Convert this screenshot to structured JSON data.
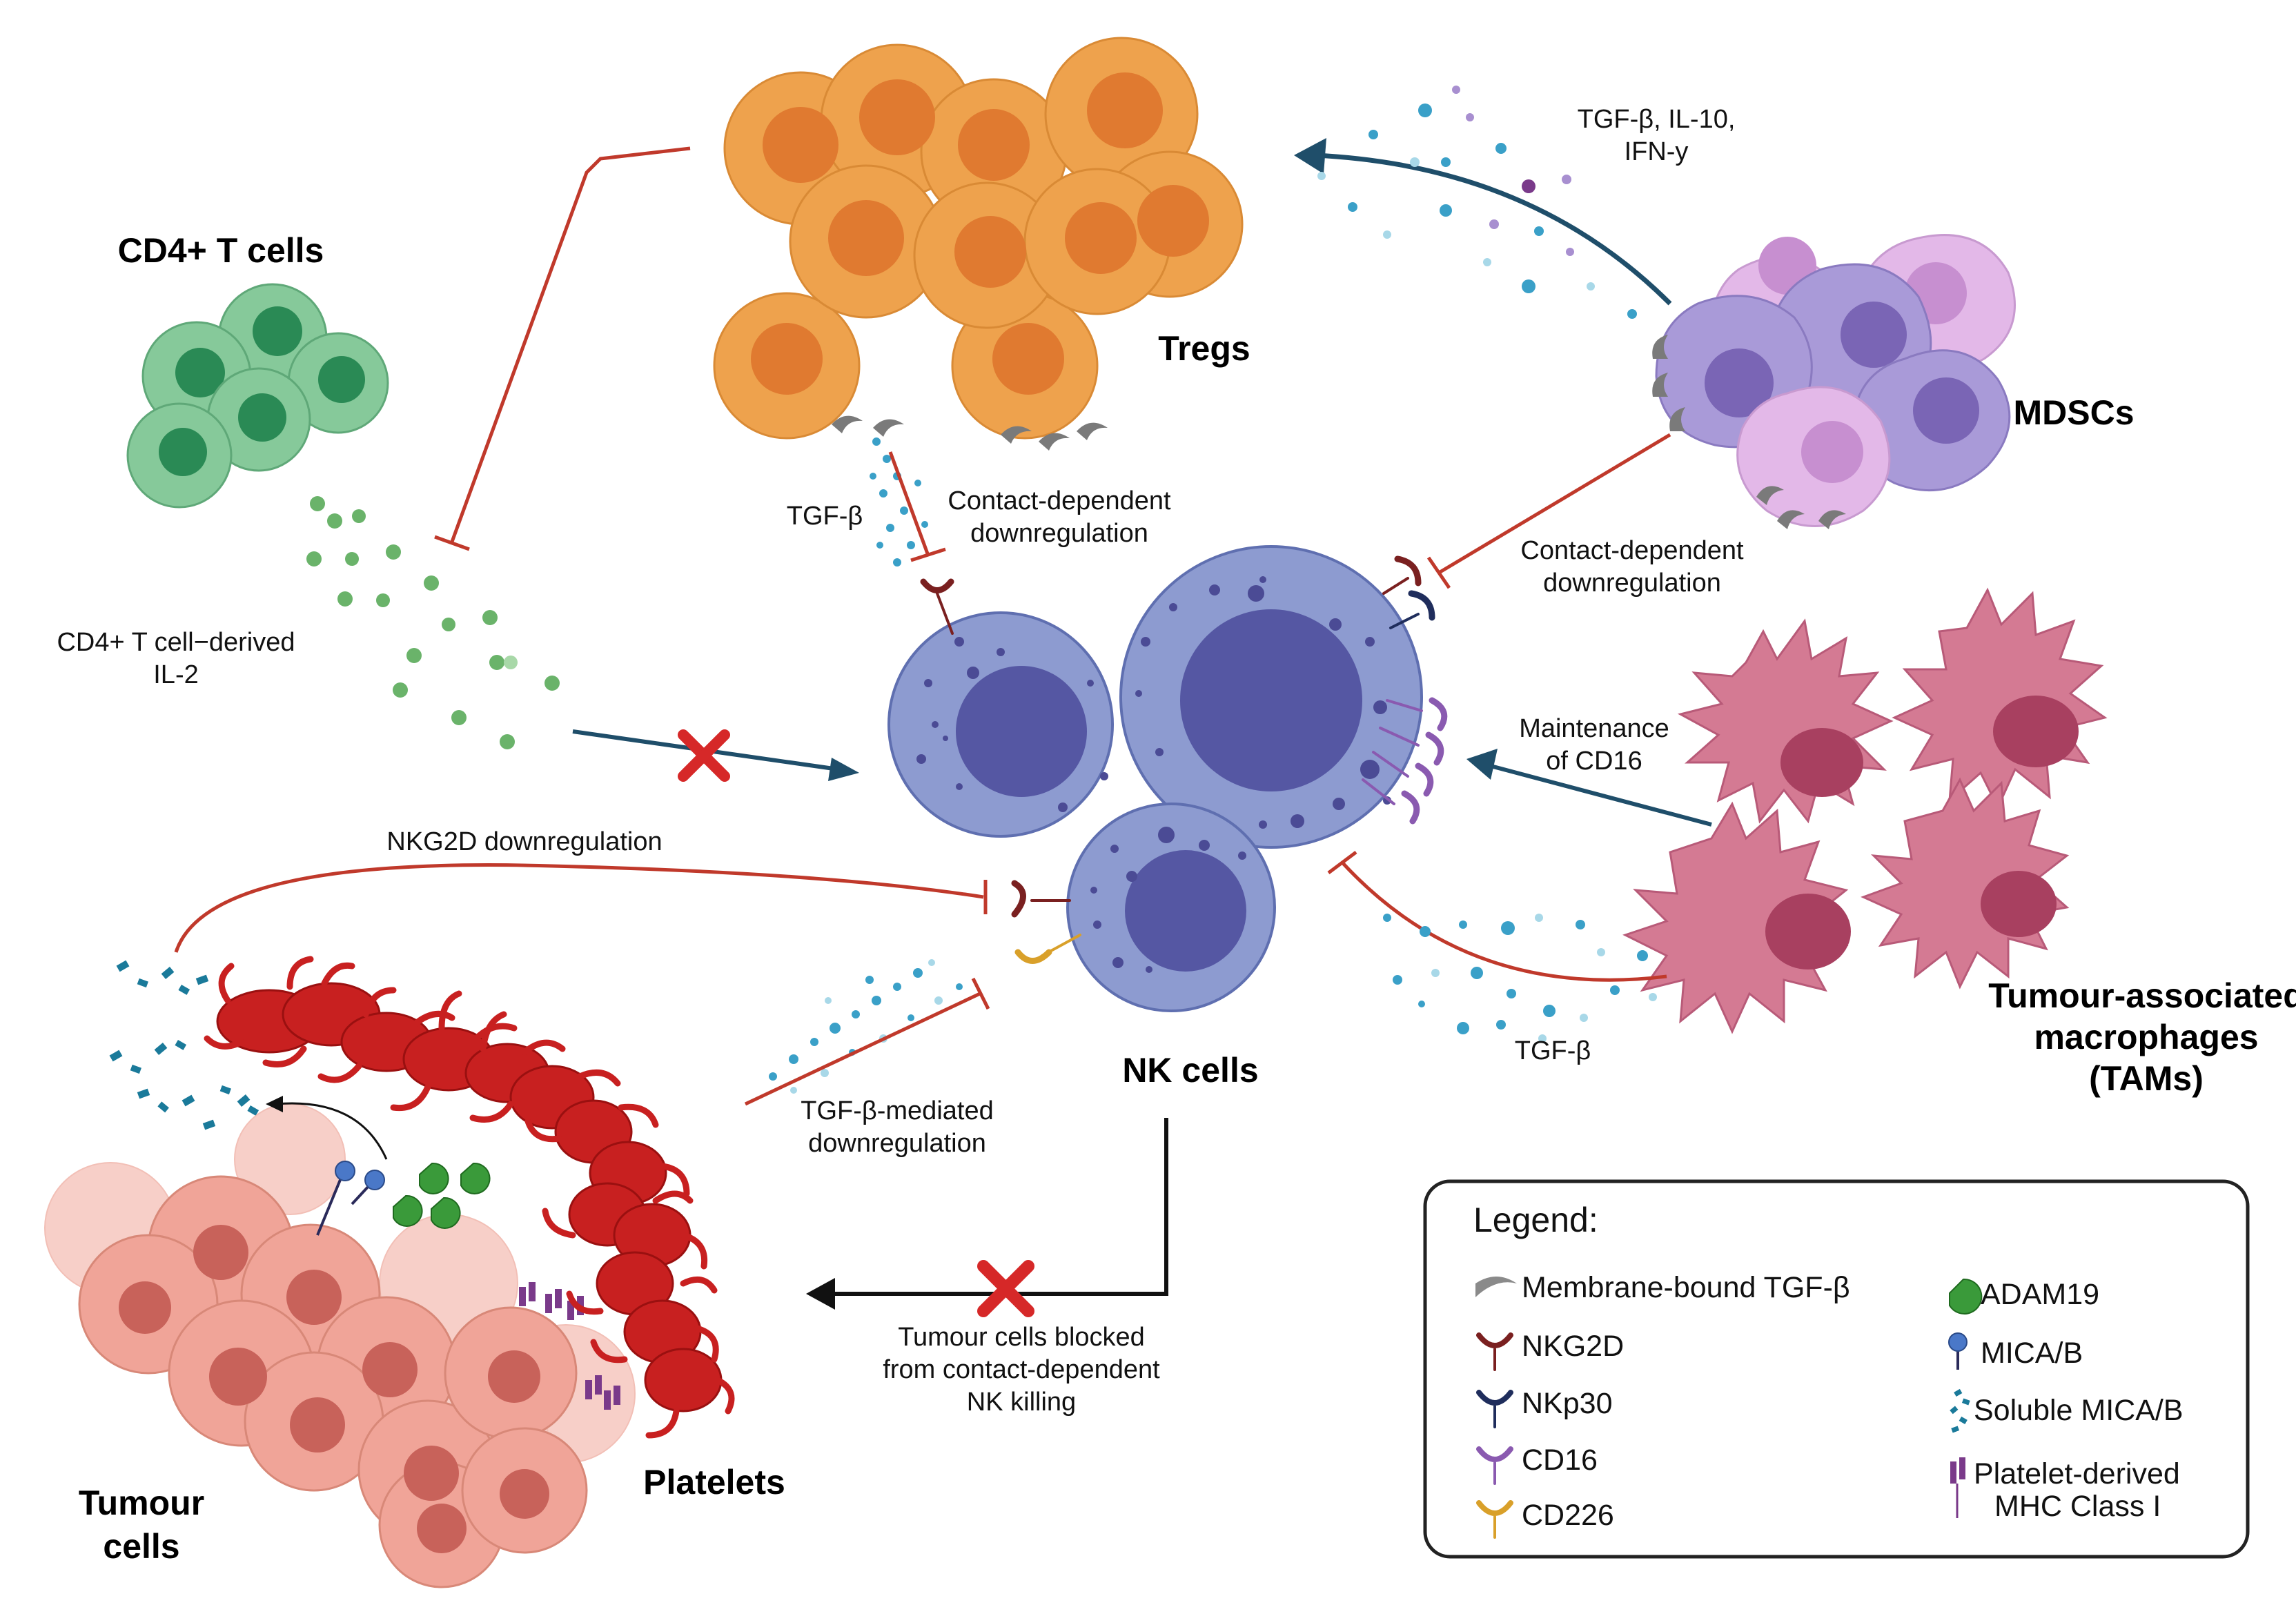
{
  "titles": {
    "cd4": "CD4+ T cells",
    "tregs": "Tregs",
    "mdscs": "MDSCs",
    "nk": "NK cells",
    "tams_1": "Tumour-associated",
    "tams_2": "macrophages",
    "tams_3": "(TAMs)",
    "platelets": "Platelets",
    "tumour_1": "Tumour",
    "tumour_2": "cells"
  },
  "labels": {
    "treg_factors_1": "TGF-β, IL-10,",
    "treg_factors_2": "IFN-y",
    "treg_tgfb": "TGF-β",
    "treg_contact_1": "Contact-dependent",
    "treg_contact_2": "downregulation",
    "mdsc_contact_1": "Contact-dependent",
    "mdsc_contact_2": "downregulation",
    "il2_1": "CD4+ T cell−derived",
    "il2_2": "IL-2",
    "cd16_1": "Maintenance",
    "cd16_2": "of CD16",
    "nkg2d": "NKG2D downregulation",
    "tgfb_mediated_1": "TGF-β-mediated",
    "tgfb_mediated_2": "downregulation",
    "tam_tgfb": "TGF-β",
    "blocked_1": "Tumour cells blocked",
    "blocked_2": "from contact-dependent",
    "blocked_3": "NK killing"
  },
  "legend": {
    "title": "Legend:",
    "items": [
      {
        "label": "Membrane-bound TGF-β",
        "icon": "membrane-tgfb-icon",
        "color": "#8a8a8a"
      },
      {
        "label": "NKG2D",
        "icon": "nkg2d-receptor-icon",
        "color": "#7a2020"
      },
      {
        "label": "NKp30",
        "icon": "nkp30-receptor-icon",
        "color": "#1f2d5c"
      },
      {
        "label": "CD16",
        "icon": "cd16-receptor-icon",
        "color": "#8a5ab0"
      },
      {
        "label": "CD226",
        "icon": "cd226-receptor-icon",
        "color": "#d9a02a"
      },
      {
        "label": "ADAM19",
        "icon": "adam19-icon",
        "color": "#3a9a3a"
      },
      {
        "label": "MICA/B",
        "icon": "micab-icon",
        "color": "#4a78c8"
      },
      {
        "label": "Soluble MICA/B",
        "icon": "soluble-micab-icon",
        "color": "#1a7a9a"
      },
      {
        "label": "Platelet-derived",
        "icon": "platelet-mhc-icon",
        "color": "#7a3a8a"
      },
      {
        "label": "MHC Class I",
        "icon": "",
        "color": "#7a3a8a"
      }
    ]
  },
  "colors": {
    "inhibition": "#c0392b",
    "activation": "#1f4e6a",
    "blocked_x": "#d62828",
    "nk_cell": "#8d9bd0",
    "nk_nucleus": "#5557a3",
    "treg_cell": "#eea24d",
    "treg_nucleus": "#e07a30",
    "cd4_cell": "#86c99a",
    "cd4_nucleus": "#2a8a55",
    "mdsc_light": "#e3b8e8",
    "mdsc_dark": "#a99ad8",
    "tam_cell": "#d47a93",
    "tam_nucleus": "#a84060",
    "platelet": "#c82020",
    "tumour_cell": "#f0a498"
  }
}
